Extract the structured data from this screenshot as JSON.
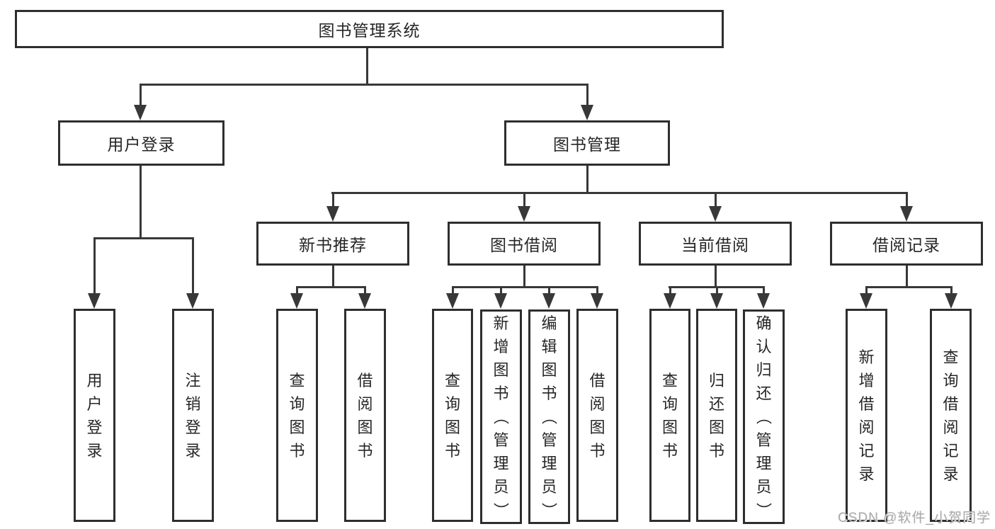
{
  "colors": {
    "line": "#383838",
    "border": "#2e2e2e",
    "text": "#262626",
    "watermark": "#a9a9a9",
    "bg": "#ffffff"
  },
  "watermark": "CSDN @软件_小贺同学",
  "tree": {
    "root": "图书管理系统",
    "branches": [
      {
        "label": "用户登录",
        "children": [
          "用户登录",
          "注销登录"
        ]
      },
      {
        "label": "图书管理",
        "groups": [
          {
            "label": "新书推荐",
            "children": [
              "查询图书",
              "借阅图书"
            ]
          },
          {
            "label": "图书借阅",
            "children": [
              "查询图书",
              "新增图书（管理员）",
              "编辑图书（管理员）",
              "借阅图书"
            ]
          },
          {
            "label": "当前借阅",
            "children": [
              "查询图书",
              "归还图书",
              "确认归还（管理员）"
            ]
          },
          {
            "label": "借阅记录",
            "children": [
              "新增借阅记录",
              "查询借阅记录"
            ]
          }
        ]
      }
    ]
  }
}
